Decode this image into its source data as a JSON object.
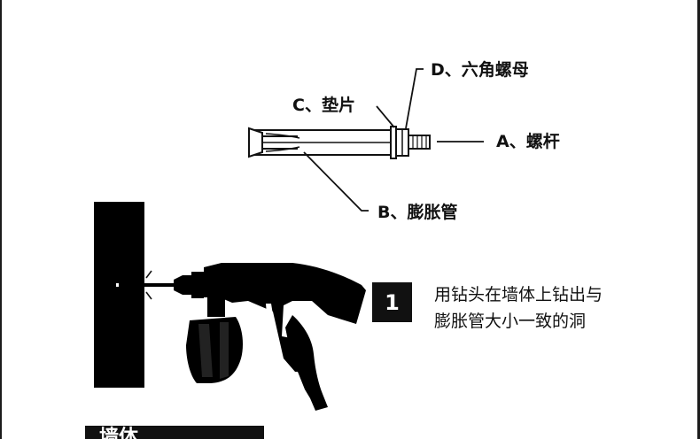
{
  "diagram": {
    "labels": {
      "nut": "D、六角螺母",
      "washer": "C、垫片",
      "bolt": "A、螺杆",
      "sleeve": "B、膨胀管"
    }
  },
  "step": {
    "number": "1",
    "line1": "用钻头在墙体上钻出与",
    "line2": "膨胀管大小一致的洞"
  },
  "bottom_tab": {
    "label": "墙体"
  }
}
